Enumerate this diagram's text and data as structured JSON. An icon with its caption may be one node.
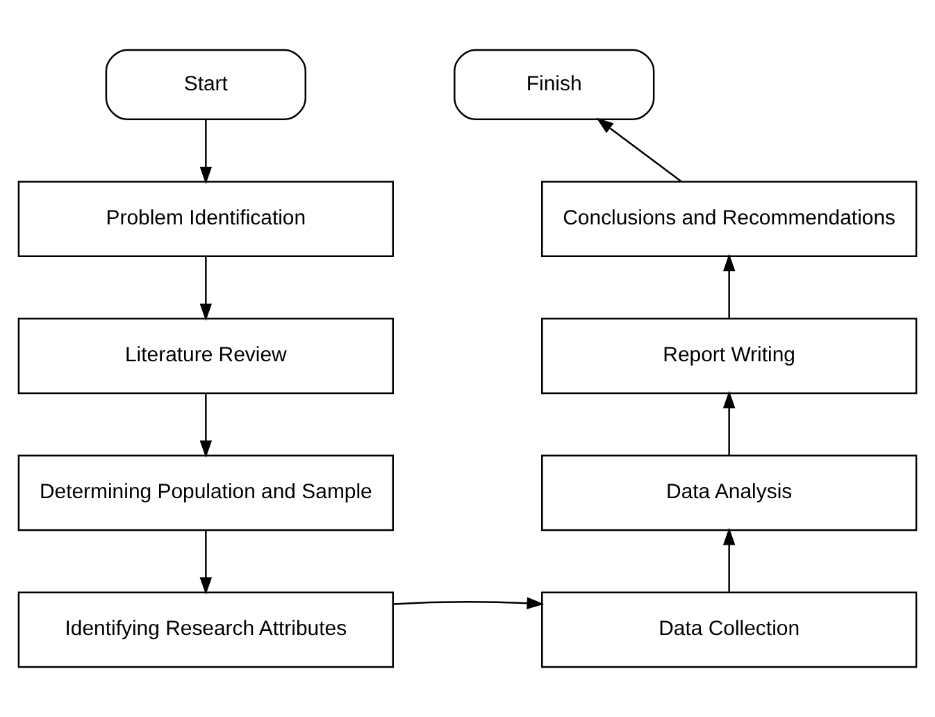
{
  "diagram": {
    "nodes": [
      {
        "text": [
          "Start"
        ]
      },
      {
        "text": [
          "Problem Identification"
        ]
      },
      {
        "text": [
          "Literature Review"
        ]
      },
      {
        "text": [
          "Determining Population and Sample"
        ]
      },
      {
        "text": [
          "Identifying Research Attributes"
        ]
      },
      {
        "text": [
          "Data Collection"
        ]
      },
      {
        "text": [
          "Data Analysis"
        ]
      },
      {
        "text": [
          "Report Writing"
        ]
      },
      {
        "text": [
          "Conclusions and Recommendations"
        ]
      },
      {
        "text": [
          "Finish"
        ]
      }
    ],
    "edges": [
      {
        "from": 0,
        "to": 1,
        "arrow": "to"
      },
      {
        "from": 1,
        "to": 2,
        "arrow": "to"
      },
      {
        "from": 2,
        "to": 3,
        "arrow": "to"
      },
      {
        "from": 3,
        "to": 4,
        "arrow": "to"
      },
      {
        "from": 4,
        "to": 5,
        "arrow": "to"
      },
      {
        "from": 5,
        "to": 6,
        "arrow": "to"
      },
      {
        "from": 6,
        "to": 7,
        "arrow": "to"
      },
      {
        "from": 7,
        "to": 8,
        "arrow": "to"
      },
      {
        "from": 8,
        "to": 9,
        "arrow": "to"
      }
    ]
  }
}
